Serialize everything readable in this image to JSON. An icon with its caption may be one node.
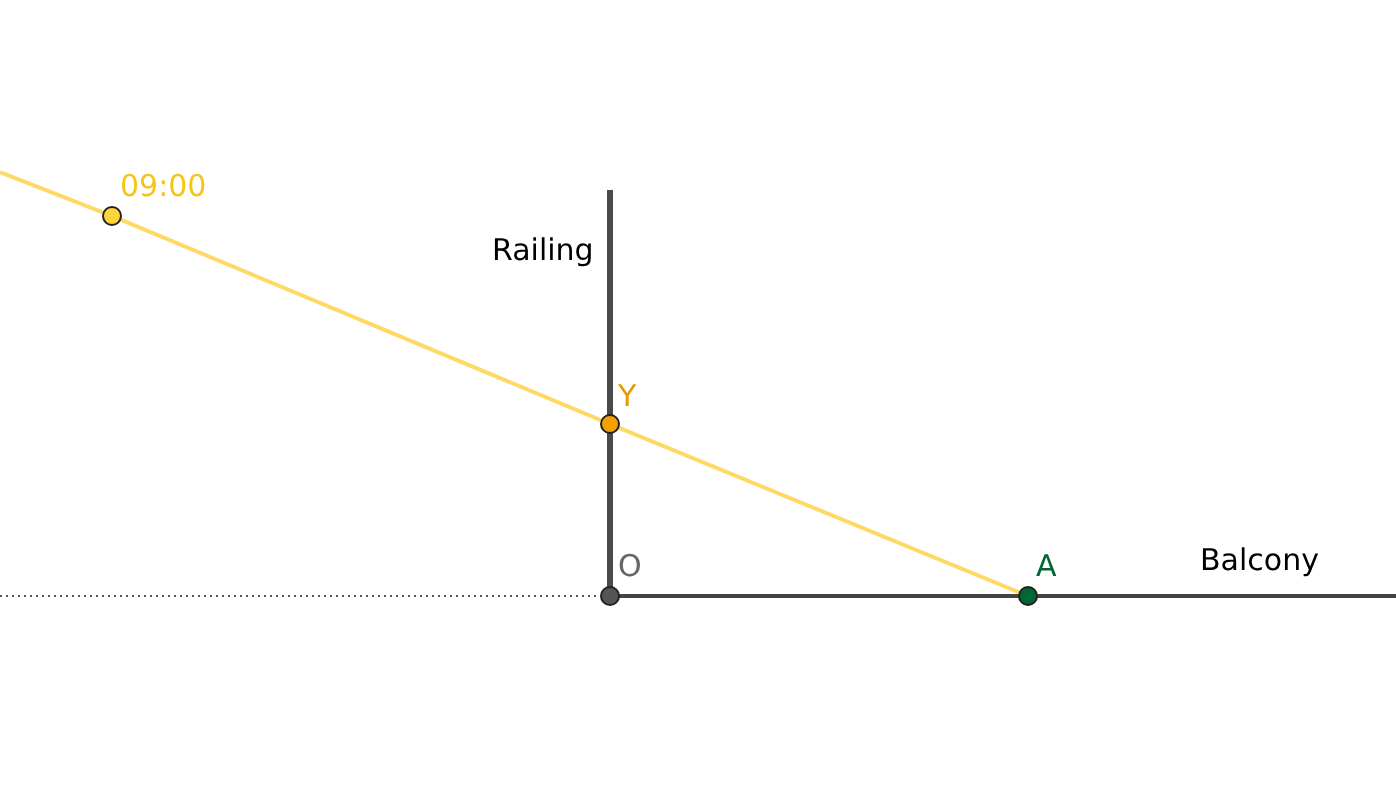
{
  "diagram": {
    "nodes": [
      {
        "text": [
          "09:00"
        ]
      },
      {
        "text": [
          "Y"
        ]
      },
      {
        "text": [
          "O"
        ]
      },
      {
        "text": [
          "A"
        ]
      }
    ],
    "edges": [
      {
        "from": null,
        "to": 0,
        "arrow": "none",
        "color": "#ffd966"
      },
      {
        "from": 0,
        "to": 1,
        "arrow": "none",
        "color": "#ffd966"
      },
      {
        "from": 1,
        "to": 3,
        "arrow": "none",
        "color": "#ffd966"
      }
    ],
    "labels": [
      "Railing",
      "Balcony"
    ]
  }
}
